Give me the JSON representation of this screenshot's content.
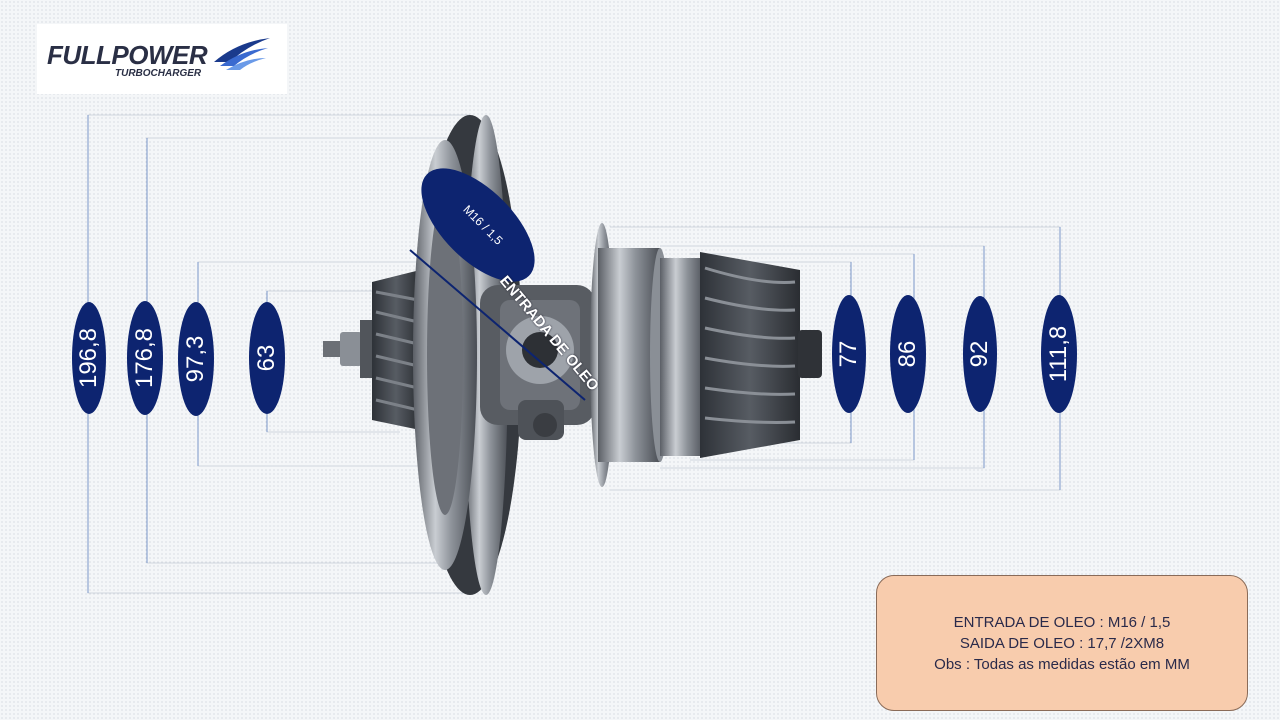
{
  "brand": {
    "name": "FULLPOWER",
    "tagline": "TURBOCHARGER",
    "accent": "#1a3a8c"
  },
  "colors": {
    "dimension_badge": "#0d2470",
    "dimension_line": "#7a96c8",
    "note_background": "#f8ccad"
  },
  "dimensions": {
    "d1": "196,8",
    "d2": "176,8",
    "d3": "97,3",
    "d4": "63",
    "d5": "77",
    "d6": "86",
    "d7": "92",
    "d8": "111,8"
  },
  "callouts": {
    "thread": "M16 / 1,5",
    "oil_inlet": "ENTRADA DE OLEO"
  },
  "notes": {
    "line1": "ENTRADA DE OLEO : M16 / 1,5",
    "line2": "SAIDA DE OLEO : 17,7 /2XM8",
    "line3": "Obs : Todas as medidas estão em MM"
  }
}
